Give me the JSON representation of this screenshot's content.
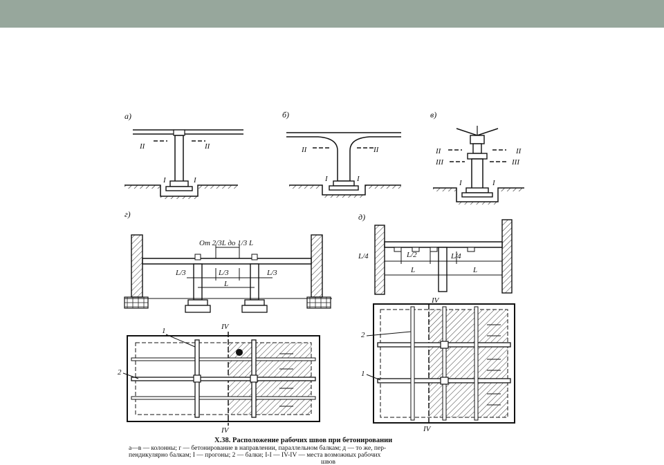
{
  "panels": {
    "a": {
      "letter": "а)",
      "mark_left": "II",
      "mark_right": "II",
      "base_left": "I",
      "base_right": "I"
    },
    "b": {
      "letter": "б)",
      "mark_left": "II",
      "mark_right": "II",
      "base_left": "I",
      "base_right": "I"
    },
    "c": {
      "letter": "в)",
      "mark2_left": "II",
      "mark2_right": "II",
      "mark3_left": "III",
      "mark3_right": "III",
      "base_left": "I",
      "base_right": "I"
    },
    "d": {
      "letter": "г)",
      "span_label": "От 2/3L до 1/3 L",
      "l3_left": "L/3",
      "l3_mid": "L/3",
      "l3_right": "L/3",
      "l_label": "L"
    },
    "e": {
      "letter": "д)",
      "l4_left": "L/4",
      "l2": "L/2",
      "l4_right": "L/4",
      "l_left": "L",
      "l_right": "L",
      "iv_label": "IV"
    },
    "plan_left": {
      "iv_top": "IV",
      "iv_bottom": "IV",
      "label_1": "1",
      "label_2": "2"
    },
    "plan_right": {
      "iv_bottom": "IV",
      "label_1": "1",
      "label_2": "2"
    }
  },
  "caption": {
    "title": "Х.38. Расположение рабочих швов при бетонировании",
    "line1": "а—в — колонны; г — бетонирование в направлении, параллельном балкам; д — то же, пер-",
    "line2": "пендикулярно балкам; I — прогоны; 2 — балки; I-I — IV-IV — места возможных рабочих",
    "line3": "швов"
  }
}
